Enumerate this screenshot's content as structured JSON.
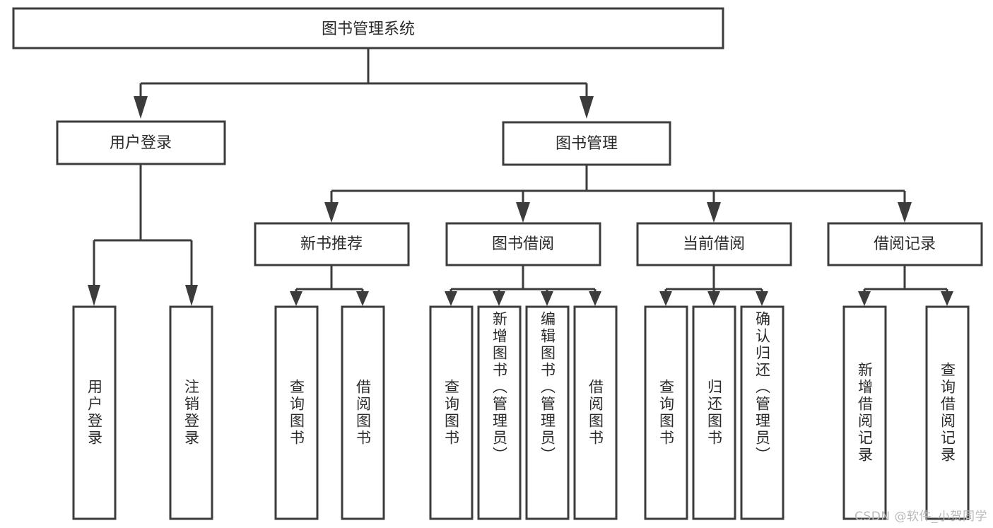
{
  "diagram": {
    "title": "图书管理系统",
    "type": "hierarchy-tree",
    "watermark": "CSDN @软件_小贺同学",
    "root": {
      "id": "root",
      "label": "图书管理系统"
    },
    "level2": [
      {
        "id": "user-login",
        "label": "用户登录"
      },
      {
        "id": "book-manage",
        "label": "图书管理"
      }
    ],
    "level3": [
      {
        "id": "new-book-rec",
        "label": "新书推荐",
        "parent": "book-manage"
      },
      {
        "id": "book-borrow",
        "label": "图书借阅",
        "parent": "book-manage"
      },
      {
        "id": "current-borrow",
        "label": "当前借阅",
        "parent": "book-manage"
      },
      {
        "id": "borrow-record",
        "label": "借阅记录",
        "parent": "book-manage"
      }
    ],
    "leaves": [
      {
        "id": "leaf-user-login",
        "label": "用户登录",
        "parent": "user-login"
      },
      {
        "id": "leaf-logout",
        "label": "注销登录",
        "parent": "user-login"
      },
      {
        "id": "leaf-query-book-1",
        "label": "查询图书",
        "parent": "new-book-rec"
      },
      {
        "id": "leaf-borrow-book-1",
        "label": "借阅图书",
        "parent": "new-book-rec"
      },
      {
        "id": "leaf-query-book-2",
        "label": "查询图书",
        "parent": "book-borrow"
      },
      {
        "id": "leaf-add-book",
        "label": "新增图书（管理员）",
        "parent": "book-borrow"
      },
      {
        "id": "leaf-edit-book",
        "label": "编辑图书（管理员）",
        "parent": "book-borrow"
      },
      {
        "id": "leaf-borrow-book-2",
        "label": "借阅图书",
        "parent": "book-borrow"
      },
      {
        "id": "leaf-query-book-3",
        "label": "查询图书",
        "parent": "current-borrow"
      },
      {
        "id": "leaf-return-book",
        "label": "归还图书",
        "parent": "current-borrow"
      },
      {
        "id": "leaf-confirm-return",
        "label": "确认归还（管理员）",
        "parent": "current-borrow"
      },
      {
        "id": "leaf-add-record",
        "label": "新增借阅记录",
        "parent": "borrow-record"
      },
      {
        "id": "leaf-query-record",
        "label": "查询借阅记录",
        "parent": "borrow-record"
      }
    ],
    "colors": {
      "stroke": "#3c3c3c",
      "fill": "#ffffff",
      "text": "#2b2b2b",
      "watermark": "#b9b9b9"
    }
  }
}
